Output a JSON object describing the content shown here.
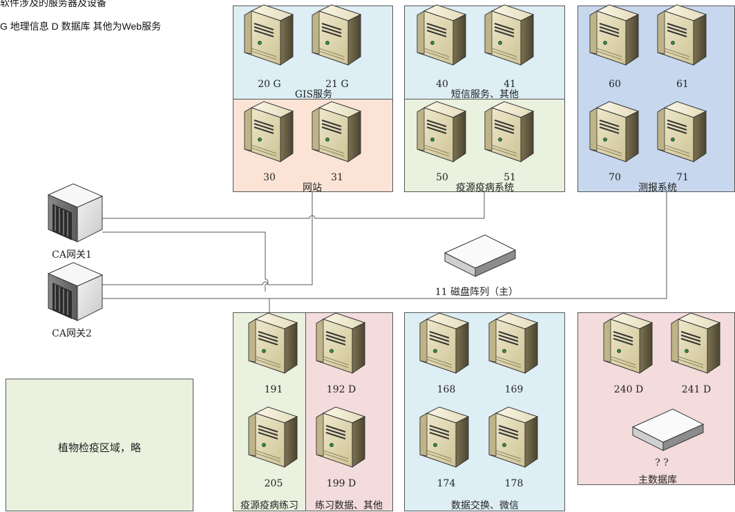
{
  "header": {
    "line1": "软件涉及的服务器及设备",
    "line2": "G 地理信息 D 数据库 其他为Web服务"
  },
  "zones": {
    "gis": {
      "label": "GIS服务",
      "color": "#ddeef5"
    },
    "website": {
      "label": "网站",
      "color": "#fbe4d6"
    },
    "sms": {
      "label": "短信服务、其他",
      "color": "#ddeef5"
    },
    "epidemic": {
      "label": "疫源疫病系统",
      "color": "#eaf1de"
    },
    "forecast": {
      "label": "测报系统",
      "color": "#c7d7ee"
    },
    "epidemic_practice": {
      "label": "疫源疫病练习",
      "color": "#eaf1de"
    },
    "practice_data": {
      "label": "练习数据、其他",
      "color": "#f4dcdc"
    },
    "exchange": {
      "label": "数据交换、微信",
      "color": "#ddeef5"
    },
    "main_db": {
      "label": "主数据库",
      "color": "#f4dcdc"
    },
    "plant": {
      "label": "植物检疫区域，略",
      "color": "#eaf1de"
    }
  },
  "servers": {
    "s20": "20 G",
    "s21": "21 G",
    "s40": "40",
    "s41": "41",
    "s60": "60",
    "s61": "61",
    "s30": "30",
    "s31": "31",
    "s50": "50",
    "s51": "51",
    "s70": "70",
    "s71": "71",
    "s191": "191",
    "s192": "192 D",
    "s205": "205",
    "s199": "199 D",
    "s168": "168",
    "s169": "169",
    "s174": "174",
    "s178": "178",
    "s240": "240 D",
    "s241": "241 D"
  },
  "gateways": {
    "gw1": "CA网关1",
    "gw2": "CA网关2"
  },
  "storage": {
    "disk_main": "11 磁盘阵列（主）",
    "disk_unknown": "? ?"
  },
  "icons": {
    "server": "tower-server-icon",
    "gateway": "rack-gateway-icon",
    "disk": "disk-array-icon"
  }
}
